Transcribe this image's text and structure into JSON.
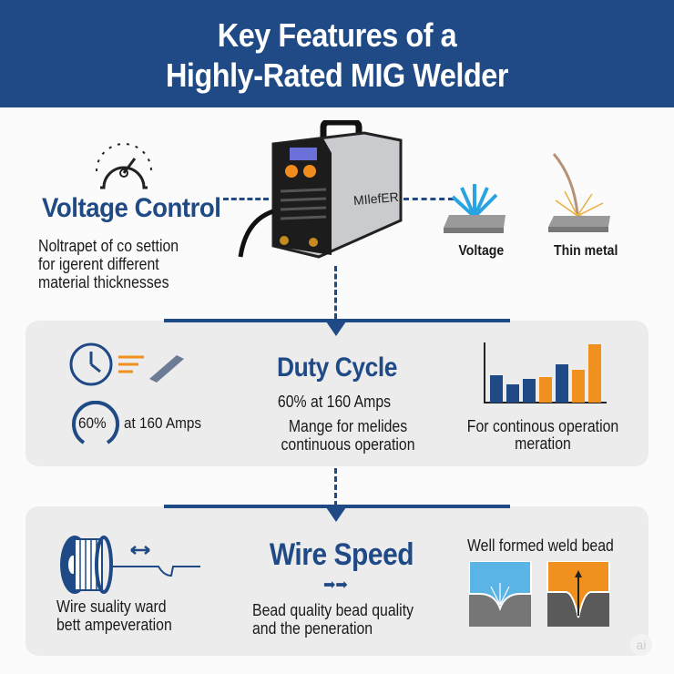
{
  "header": {
    "title_line1": "Key Features of a",
    "title_line2": "Highly-Rated MIG Welder"
  },
  "voltage_control": {
    "heading": "Voltage Control",
    "description_lines": [
      "Noltrapet of co settion",
      "for igerent different",
      "material thicknesses"
    ],
    "icon": "gauge-icon"
  },
  "welder": {
    "brand": "MIlefER",
    "icon": "mig-welder-machine"
  },
  "weld_examples": [
    {
      "label": "Voltage",
      "icon": "weld-sparks-blue-icon"
    },
    {
      "label": "Thin metal",
      "icon": "weld-sparks-thin-metal-icon"
    }
  ],
  "duty_cycle": {
    "heading": "Duty Cycle",
    "subheading": "60% at 160 Amps",
    "description_lines": [
      "Mange for melides",
      "continuous operation"
    ],
    "badge_percent": "60%",
    "badge_text": "at 160 Amps",
    "chart_caption_lines": [
      "For continous operation",
      "meration"
    ],
    "icons": [
      "clock-icon",
      "metal-beam-icon",
      "bar-chart-icon"
    ],
    "colors": {
      "blue": "#1f4a85",
      "orange": "#f0901e"
    }
  },
  "wire_speed": {
    "heading": "Wire Speed",
    "arrows": "➡➡",
    "description_lines": [
      "Bead quality bead quality",
      "and the peneration"
    ],
    "left_lines": [
      "Wire suality ward",
      "bett ampeveration"
    ],
    "bead_caption": "Well formed weld bead",
    "icons": [
      "wire-spool-icon",
      "weld-bead-icon"
    ]
  },
  "watermark": "ai"
}
